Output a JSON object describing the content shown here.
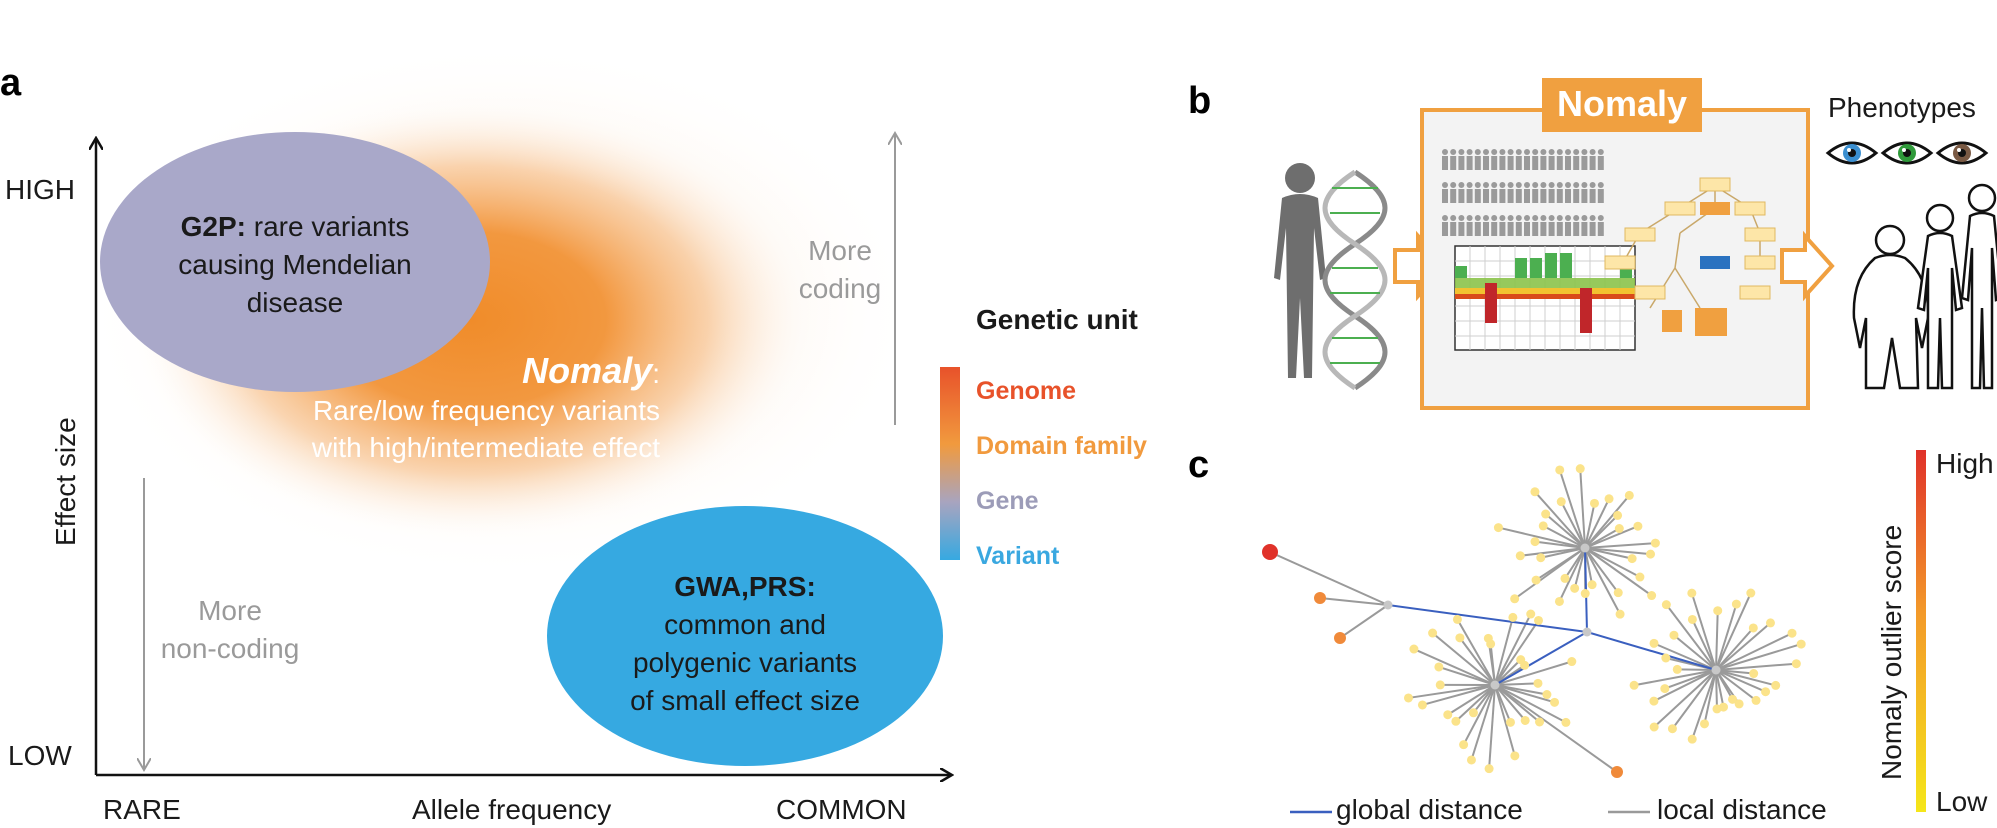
{
  "panels": {
    "a": "a",
    "b": "b",
    "c": "c"
  },
  "panel_a": {
    "y_high": "HIGH",
    "y_low": "LOW",
    "y_label": "Effect size",
    "x_left": "RARE",
    "x_label": "Allele frequency",
    "x_right": "COMMON",
    "g2p": {
      "bold": "G2P:",
      "line1": " rare variants",
      "line2": "causing Mendelian",
      "line3": "disease"
    },
    "nomaly": {
      "title": "Nomaly",
      "colon": ":",
      "line1": "Rare/low frequency variants",
      "line2": "with high/intermediate effect"
    },
    "gwa": {
      "bold": "GWA,PRS:",
      "line1": "common and",
      "line2": "polygenic variants",
      "line3": "of small effect size"
    },
    "more_coding": [
      "More",
      "coding"
    ],
    "more_noncoding": [
      "More",
      "non-coding"
    ],
    "legend": {
      "title": "Genetic unit",
      "items": [
        {
          "label": "Genome",
          "color": "#e8522a"
        },
        {
          "label": "Domain family",
          "color": "#f19a3e"
        },
        {
          "label": "Gene",
          "color": "#9c9cb8"
        },
        {
          "label": "Variant",
          "color": "#3aa8e0"
        }
      ]
    }
  },
  "panel_b": {
    "title": "Nomaly",
    "phenotypes": "Phenotypes",
    "eye_colors": [
      "#3b8fd0",
      "#2f9a3a",
      "#7a5a44"
    ],
    "accent": "#f0a040"
  },
  "panel_c": {
    "colorbar_title": "Nomaly outlier score",
    "high": "High",
    "low": "Low",
    "global_legend": "global distance",
    "local_legend": "local distance",
    "global_color": "#3a5fbf",
    "local_color": "#9a9a9a"
  },
  "colors": {
    "g2p_ellipse": "#a9a8c9",
    "gwa_ellipse": "#36a9e1",
    "nomaly_glow": "#f08c2a"
  }
}
